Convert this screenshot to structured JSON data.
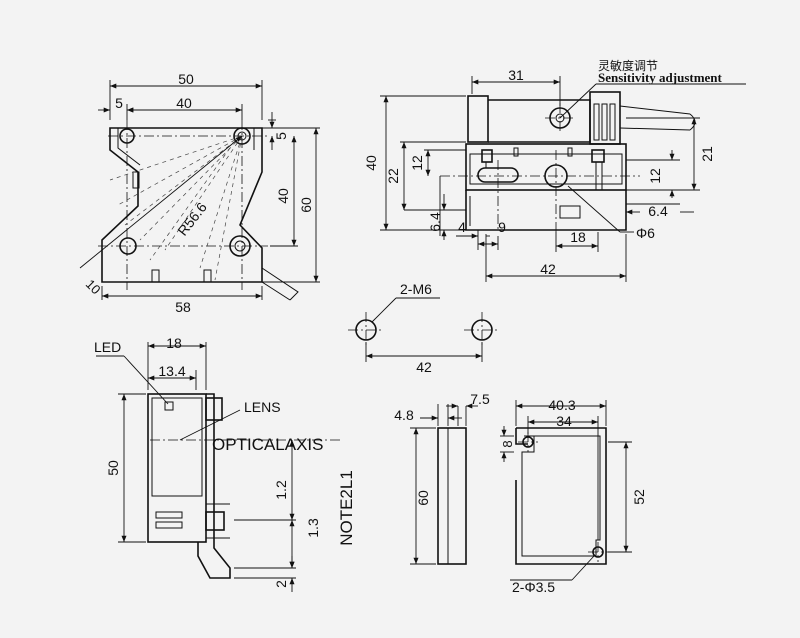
{
  "top_left_view": {
    "dim_overall_width": "50",
    "dim_left_offset": "5",
    "dim_hole_spacing": "40",
    "dim_top_offset": "5",
    "dim_vertical_spacing": "40",
    "dim_height": "60",
    "dim_base_width": "58",
    "dim_radius": "R56.6",
    "dim_corner": "10"
  },
  "top_right_view": {
    "label_chinese": "灵敏度调节",
    "label_sensitivity": "Sensitivity adjustment",
    "dim_31": "31",
    "dim_40": "40",
    "dim_22": "22",
    "dim_12_left": "12",
    "dim_6_4_left": "6.4",
    "dim_4": "4",
    "dim_9": "9",
    "dim_18": "18",
    "dim_phi6": "Φ6",
    "dim_42": "42",
    "dim_21": "21",
    "dim_12_right": "12",
    "dim_6_4_right": "6.4"
  },
  "mount_holes": {
    "label": "2-M6",
    "dim_spacing": "42"
  },
  "bottom_left_view": {
    "label_led": "LED",
    "label_lens": "LENS",
    "label_optical_axis": "OPTICALAXIS",
    "label_note": "NOTE2L1",
    "dim_18": "18",
    "dim_13_4": "13.4",
    "dim_50": "50",
    "dim_1_2": "1.2",
    "dim_1_3": "1.3",
    "dim_2": "2"
  },
  "side_bracket_view": {
    "dim_4_8": "4.8",
    "dim_7_5": "7.5",
    "dim_60": "60"
  },
  "bottom_right_view": {
    "dim_40_3": "40.3",
    "dim_34": "34",
    "dim_8": "8",
    "dim_52": "52",
    "label_holes": "2-Φ3.5"
  }
}
